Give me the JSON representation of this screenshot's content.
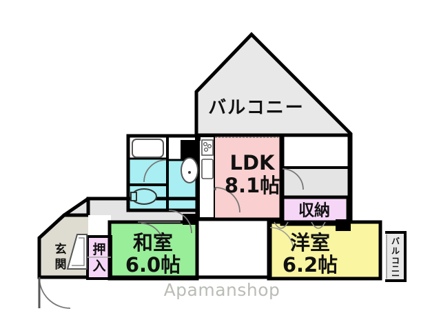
{
  "plan": {
    "title": "間取り図",
    "watermark": "Apamanshop",
    "colors": {
      "wall": "#000000",
      "balcony_fill": "#e8e8e8",
      "ldk_fill": "#f9cfcf",
      "washitsu_fill": "#99ee99",
      "yoshitsu_fill": "#f9f5a0",
      "storage_fill": "#f6d6f6",
      "closet_fill": "#f6d6f6",
      "water_fill": "#a8eef2",
      "corridor_fill": "#e4e4e4",
      "genkan_fill": "#dedcd0",
      "fixture_outline": "#444444",
      "watermark": "#b9bdb5"
    },
    "rooms": [
      {
        "key": "balcony_main",
        "name": "バルコニー",
        "area": "",
        "orientation": "horizontal"
      },
      {
        "key": "ldk",
        "name": "LDK",
        "area": "8.1帖",
        "orientation": "horizontal"
      },
      {
        "key": "storage",
        "name": "収納",
        "area": "",
        "orientation": "horizontal"
      },
      {
        "key": "washitsu",
        "name": "和室",
        "area": "6.0帖",
        "orientation": "horizontal"
      },
      {
        "key": "yoshitsu",
        "name": "洋室",
        "area": "6.2帖",
        "orientation": "horizontal"
      },
      {
        "key": "genkan",
        "name": "玄関",
        "area": "",
        "orientation": "vertical"
      },
      {
        "key": "oshiire",
        "name": "押入",
        "area": "",
        "orientation": "vertical"
      },
      {
        "key": "balcony_side",
        "name": "バルコニー",
        "area": "",
        "orientation": "vertical"
      }
    ],
    "labels": {
      "balcony_main": "バルコニー",
      "ldk_name": "LDK",
      "ldk_area": "8.1帖",
      "storage": "収納",
      "washitsu_name": "和室",
      "washitsu_area": "6.0帖",
      "yoshitsu_name": "洋室",
      "yoshitsu_area": "6.2帖",
      "genkan_c1": "玄",
      "genkan_c2": "関",
      "oshiire_c1": "押",
      "oshiire_c2": "入",
      "balcony_side_c1": "バ",
      "balcony_side_c2": "ル",
      "balcony_side_c3": "コ",
      "balcony_side_c4": "ニ",
      "balcony_side_c5": "ー"
    },
    "fixtures": [
      {
        "key": "stove",
        "name": "gas-stove",
        "burners": 3
      },
      {
        "key": "sink",
        "name": "kitchen-sink"
      },
      {
        "key": "bathtub",
        "name": "bathtub"
      },
      {
        "key": "toilet",
        "name": "toilet"
      },
      {
        "key": "washbasin",
        "name": "wash-basin"
      },
      {
        "key": "shoe-box",
        "name": "shoe-cabinet"
      }
    ]
  }
}
